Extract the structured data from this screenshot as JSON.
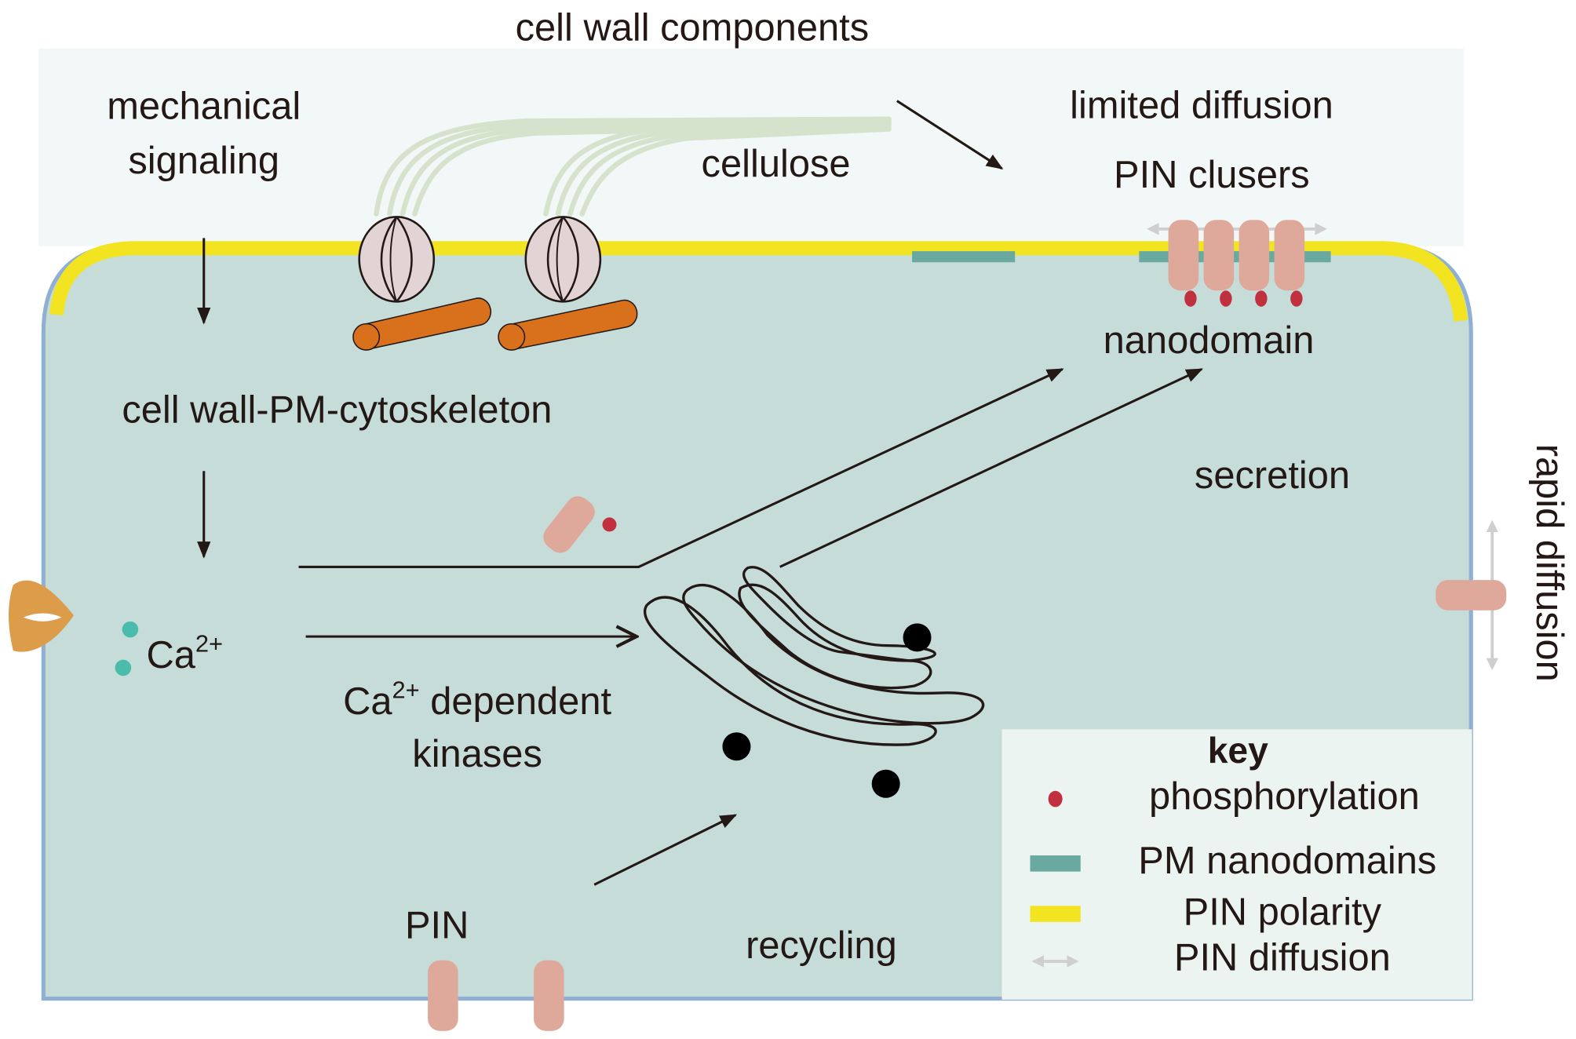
{
  "title": "cell wall components",
  "labels": {
    "mechanical_line1": "mechanical",
    "mechanical_line2": "signaling",
    "cellulose": "cellulose",
    "limited_diffusion": "limited diffusion",
    "pin_clusters": "PIN clusers",
    "nanodomain": "nanodomain",
    "cw_pm_cyto": "cell wall-PM-cytoskeleton",
    "secretion": "secretion",
    "rapid_diffusion": "rapid diffusion",
    "ca": "Ca",
    "ca_sup": "2+",
    "ca_dep_line1_prefix": "Ca",
    "ca_dep_line1_sup": "2+",
    "ca_dep_line1_suffix": " dependent",
    "ca_dep_line2": "kinases",
    "pin": "PIN",
    "recycling": "recycling"
  },
  "key": {
    "title": "key",
    "items": [
      {
        "label": "phosphorylation",
        "symbol": "dot",
        "color": "#c0303f"
      },
      {
        "label": "PM nanodomains",
        "symbol": "bar",
        "color": "#6aa99f"
      },
      {
        "label": "PIN polarity",
        "symbol": "bar",
        "color": "#f2e421"
      },
      {
        "label": "PIN diffusion",
        "symbol": "double-arrow",
        "color": "#cfcfcf"
      }
    ]
  },
  "colors": {
    "cell_wall_bg": "#f2f7f7",
    "cytoplasm": "#c5dcd8",
    "membrane": "#8fb0d3",
    "pin_polarity": "#f2e421",
    "nanodomain": "#6aa99f",
    "pin_protein": "#dea99b",
    "phospho": "#c0303f",
    "cytoskeleton": "#d9711c",
    "cellulose_synthase": "#e2d3d4",
    "cellulose": "#d5e2cc",
    "calcium_channel": "#dc9c4a",
    "calcium_ion": "#4bbcac",
    "key_bg": "#ecf4f2"
  }
}
